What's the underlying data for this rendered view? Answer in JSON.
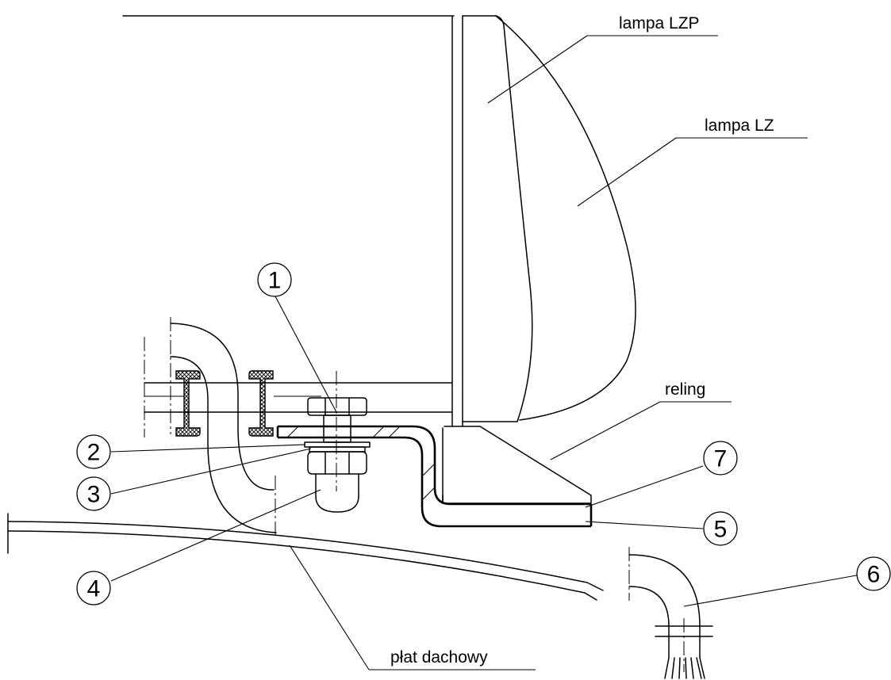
{
  "labels": {
    "lamp_lzp": "lampa LZP",
    "lamp_lz": "lampa LZ",
    "rail": "reling",
    "roof": "płat dachowy"
  },
  "callouts": [
    "1",
    "2",
    "3",
    "4",
    "5",
    "6",
    "7"
  ]
}
